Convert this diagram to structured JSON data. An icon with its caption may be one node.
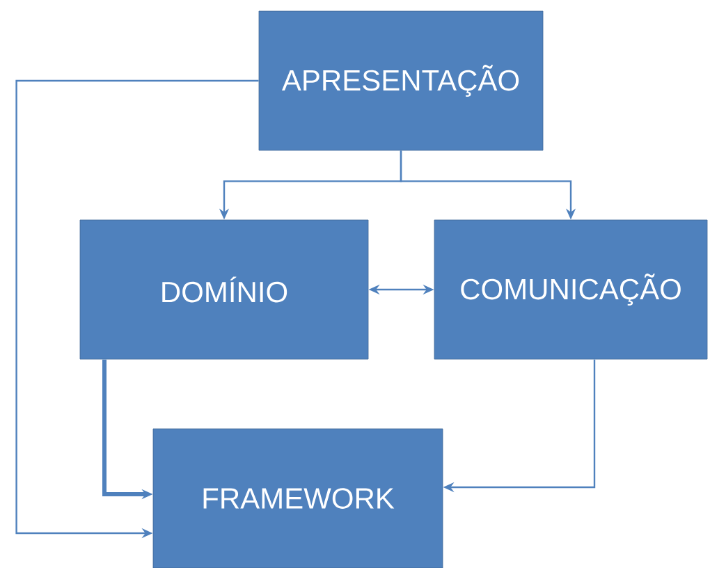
{
  "diagram": {
    "nodes": [
      {
        "text": [
          "APRESENTAÇÃO"
        ]
      },
      {
        "text": [
          "DOMÍNIO"
        ]
      },
      {
        "text": [
          "COMUNICAÇÃO"
        ]
      },
      {
        "text": [
          "FRAMEWORK"
        ]
      }
    ],
    "edges": [
      {
        "from": 0,
        "to": 1,
        "arrow": "to"
      },
      {
        "from": 0,
        "to": 2,
        "arrow": "to"
      },
      {
        "from": 1,
        "to": 2,
        "arrow": "both"
      },
      {
        "from": 1,
        "to": 3,
        "arrow": "to",
        "style": "thick"
      },
      {
        "from": 2,
        "to": 3,
        "arrow": "to"
      },
      {
        "from": 0,
        "to": 3,
        "arrow": "to"
      }
    ]
  }
}
